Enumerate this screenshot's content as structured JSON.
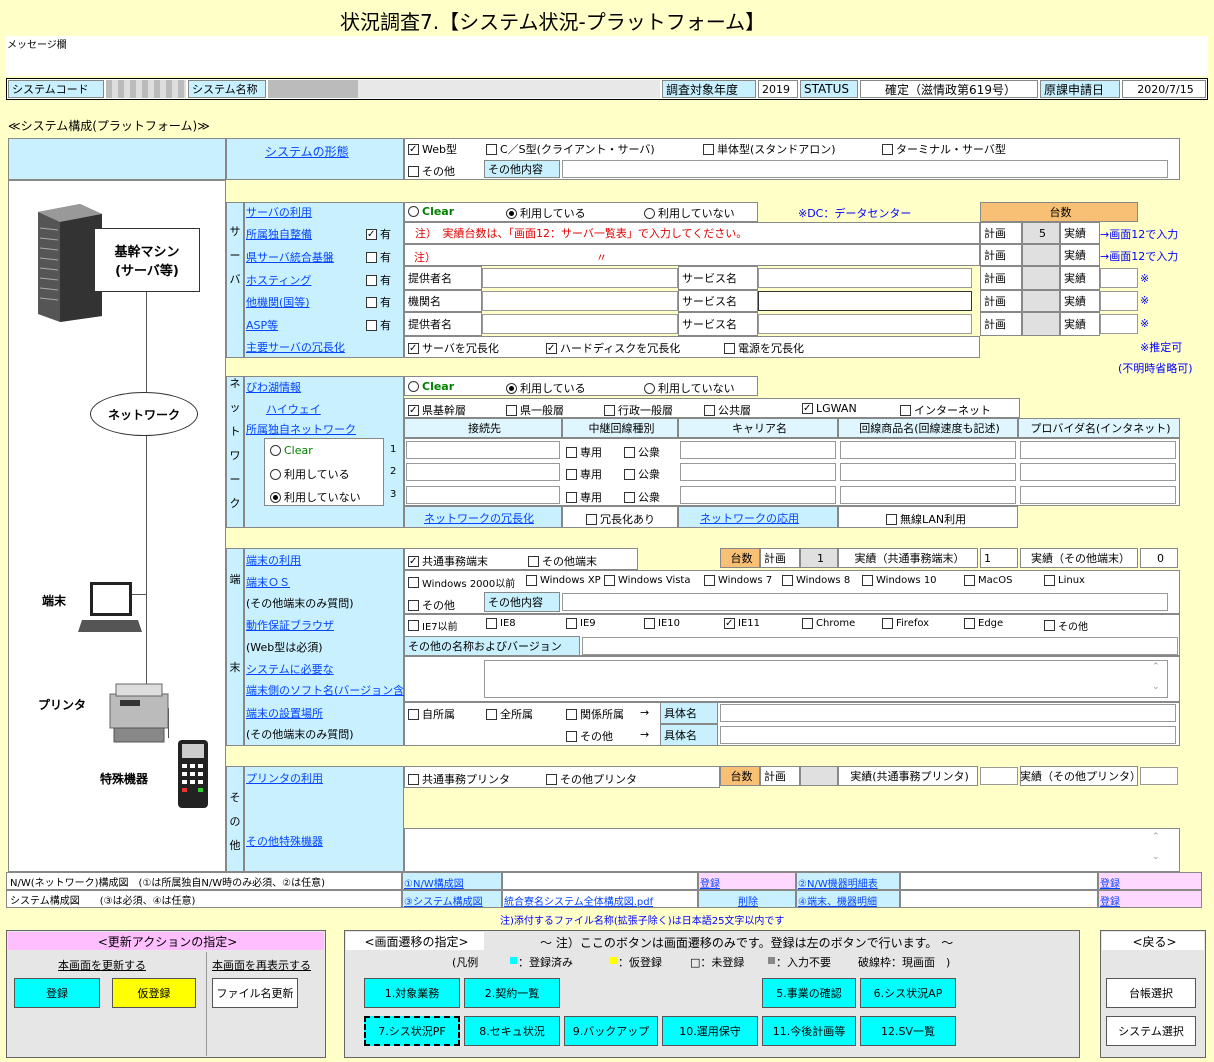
{
  "title": "状況調査7.【システム状況-プラットフォーム】",
  "message_label": "メッセージ欄",
  "header": {
    "system_code_label": "システムコード",
    "system_name_label": "システム名称",
    "survey_year_label": "調査対象年度",
    "survey_year": "2019",
    "status_label": "STATUS",
    "status_value": "確定（滋情政第619号）",
    "request_date_label": "原課申請日",
    "request_date": "2020/7/15"
  },
  "section_title": "≪システム構成(プラットフォーム)≫",
  "diagram": {
    "server_label_1": "基幹マシン",
    "server_label_2": "(サーバ等)",
    "network_label": "ネットワーク",
    "terminal_label": "端末",
    "printer_label": "プリンタ",
    "special_label": "特殊機器"
  },
  "system_form": {
    "label": "システムの形態",
    "options": [
      "Web型",
      "C／S型(クライアント・サーバ)",
      "単体型(スタンドアロン)",
      "ターミナル・サーバ型"
    ],
    "other": "その他",
    "other_detail_label": "その他内容"
  },
  "server": {
    "side_chars": [
      "サ",
      "ー",
      "バ"
    ],
    "usage_label": "サーバの利用",
    "radio": [
      "Clear",
      "利用している",
      "利用していない"
    ],
    "dc_note": "※DC：データセンター",
    "count_label": "台数",
    "own_label": "所属独自整備",
    "own_has": "有",
    "own_note": "注）　実績台数は、「画面12：サーバ一覧表」で入力してください。",
    "pref_label": "県サーバ統合基盤",
    "pref_has": "有",
    "pref_note": "注）",
    "pref_ditto": "〃",
    "hosting_label": "ホスティング",
    "hosting_has": "有",
    "provider_label": "提供者名",
    "service_label": "サービス名",
    "other_org_label": "他機関(国等)",
    "other_org_has": "有",
    "org_label": "機関名",
    "asp_label": "ASP等",
    "asp_has": "有",
    "plan_label": "計画",
    "actual_label": "実績",
    "plan_value": "5",
    "to_screen12": "→画面12で入力",
    "mark": "※",
    "redundancy_label": "主要サーバの冗長化",
    "redundancy_opts": [
      "サーバを冗長化",
      "ハードディスクを冗長化",
      "電源を冗長化"
    ],
    "estimate_note": "※推定可",
    "omit_note": "(不明時省略可)"
  },
  "network": {
    "side_chars": [
      "ネ",
      "ッ",
      "ト",
      "ワ",
      "ー",
      "ク"
    ],
    "biwako_label": "びわ湖情報",
    "highway_label": "ハイウェイ",
    "radio": [
      "Clear",
      "利用している",
      "利用していない"
    ],
    "hw_opts": [
      "県基幹層",
      "県一般層",
      "行政一般層",
      "公共層",
      "LGWAN",
      "インターネット"
    ],
    "own_net_label": "所属独自ネットワーク",
    "own_radio": [
      "Clear",
      "利用している",
      "利用していない"
    ],
    "cols": [
      "接続先",
      "中継回線種別",
      "キャリア名",
      "回線商品名(回線速度も記述)",
      "プロバイダ名(インタネット)"
    ],
    "rows": [
      "1",
      "2",
      "3"
    ],
    "dedicated": "専用",
    "public": "公衆",
    "redundancy_link": "ネットワークの冗長化",
    "redundancy_opt": "冗長化あり",
    "app_link": "ネットワークの応用",
    "wlan_opt": "無線LAN利用"
  },
  "terminal": {
    "side_chars": [
      "端",
      "末"
    ],
    "usage_label": "端末の利用",
    "usage_opts": [
      "共通事務端末",
      "その他端末"
    ],
    "count_label": "台数",
    "plan_label": "計画",
    "plan_value": "1",
    "actual_common_label": "実績（共通事務端末）",
    "actual_common_value": "1",
    "actual_other_label": "実績（その他端末）",
    "actual_other_value": "0",
    "os_label": "端末ＯＳ",
    "os_sub": "(その他端末のみ質問)",
    "os_opts": [
      "Windows 2000以前",
      "Windows XP",
      "Windows Vista",
      "Windows 7",
      "Windows 8",
      "Windows 10",
      "MacOS",
      "Linux"
    ],
    "os_other": "その他",
    "os_other_detail": "その他内容",
    "browser_label": "動作保証ブラウザ",
    "browser_sub": "(Web型は必須)",
    "browser_opts": [
      "IE7以前",
      "IE8",
      "IE9",
      "IE10",
      "IE11",
      "Chrome",
      "Firefox",
      "Edge",
      "その他"
    ],
    "browser_other_label": "その他の名称およびバージョン",
    "soft_label_1": "システムに必要な",
    "soft_label_2": "端末側のソフト名(バージョン含む)",
    "place_label": "端末の設置場所",
    "place_sub": "(その他端末のみ質問)",
    "place_opts": [
      "自所属",
      "全所属",
      "関係所属",
      "その他"
    ],
    "arrow": "→",
    "detail_label": "具体名"
  },
  "other": {
    "side_chars": [
      "そ",
      "の",
      "他"
    ],
    "printer_label": "プリンタの利用",
    "printer_opts": [
      "共通事務プリンタ",
      "その他プリンタ"
    ],
    "count_label": "台数",
    "plan_label": "計画",
    "actual_common_label": "実績(共通事務プリンタ)",
    "actual_other_label": "実績（その他プリンタ）",
    "special_label": "その他特殊機器"
  },
  "attachments": {
    "nw_row_label": "N/W(ネットワーク)構成図　(①は所属独自N/W時のみ必須、②は任意)",
    "nw_link1": "①N/W構成図",
    "register": "登録",
    "nw_link2": "②N/W機器明細表",
    "sys_row_label": "システム構成図　　(③は必須、④は任意)",
    "sys_link1": "③システム構成図",
    "sys_file": "統合寮名システム全体構成図.pdf",
    "delete": "削除",
    "sys_link2": "④端末、機器明細",
    "note": "注)添付するファイル名称(拡張子除く)は日本語25文字以内です"
  },
  "update": {
    "title": "<更新アクションの指定>",
    "update_label": "本画面を更新する",
    "redisplay_label": "本画面を再表示する",
    "register_btn": "登録",
    "temp_register_btn": "仮登録",
    "file_update_btn": "ファイル名更新"
  },
  "transition": {
    "title": "<画面遷移の指定>",
    "note": "～ 注）ここのボタンは画面遷移のみです。登録は左のボタンで行います。 ～",
    "legend_label": "(凡例",
    "legend_items": [
      "：登録済み",
      "：仮登録",
      "□：未登録",
      "：入力不要",
      "破線枠：現画面　)"
    ],
    "buttons": [
      "1.対象業務",
      "2.契約一覧",
      "5.事業の確認",
      "6.シス状況AP",
      "7.シス状況PF",
      "8.セキュ状況",
      "9.バックアップ",
      "10.運用保守",
      "11.今後計画等",
      "12.SV一覧"
    ]
  },
  "back": {
    "title": "<戻る>",
    "ledger_btn": "台帳選択",
    "system_btn": "システム選択"
  },
  "colors": {
    "background": "#ffffc8",
    "label_blue": "#c8f0ff",
    "button_cyan": "#00ffff",
    "button_yellow": "#ffff00",
    "count_orange": "#f8c074",
    "register_pink": "#ffd8ff"
  }
}
